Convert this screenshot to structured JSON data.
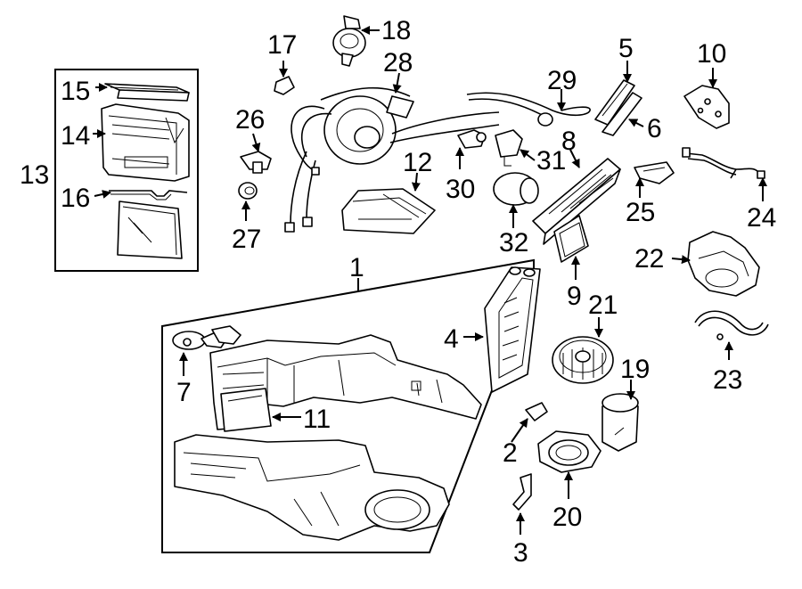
{
  "callouts": {
    "c1": "1",
    "c2": "2",
    "c3": "3",
    "c4": "4",
    "c5": "5",
    "c6": "6",
    "c7": "7",
    "c8": "8",
    "c9": "9",
    "c10": "10",
    "c11": "11",
    "c12": "12",
    "c13": "13",
    "c14": "14",
    "c15": "15",
    "c16": "16",
    "c17": "17",
    "c18": "18",
    "c19": "19",
    "c20": "20",
    "c21": "21",
    "c22": "22",
    "c23": "23",
    "c24": "24",
    "c25": "25",
    "c26": "26",
    "c27": "27",
    "c28": "28",
    "c29": "29",
    "c30": "30",
    "c31": "31",
    "c32": "32"
  },
  "colors": {
    "line": "#000000",
    "background": "#ffffff"
  }
}
